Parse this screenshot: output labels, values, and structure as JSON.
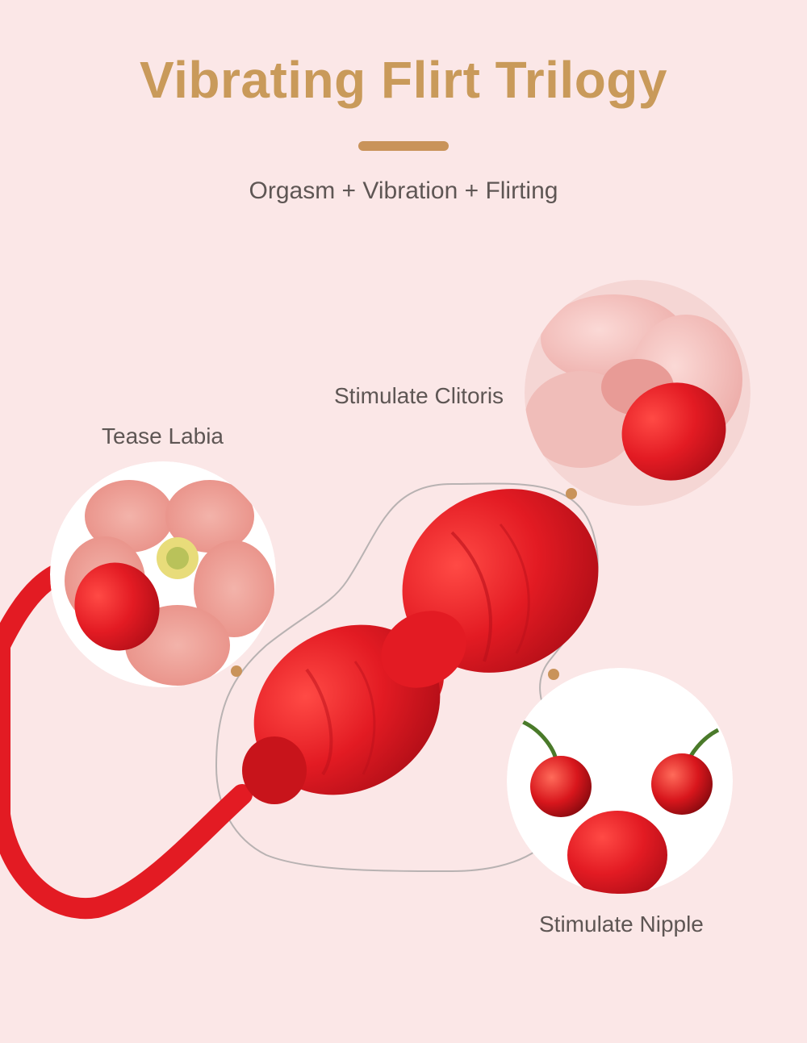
{
  "header": {
    "title": "Vibrating Flirt Trilogy",
    "subtitle": "Orgasm + Vibration + Flirting"
  },
  "callouts": [
    {
      "label": "Tease Labia",
      "illustration": "pink-flower"
    },
    {
      "label": "Stimulate Clitoris",
      "illustration": "rose-petals"
    },
    {
      "label": "Stimulate Nipple",
      "illustration": "cherries"
    }
  ],
  "colors": {
    "background": "#fbe7e7",
    "title": "#c99a5a",
    "accent_rule": "#c9935a",
    "text": "#5e5654",
    "product_red": "#e31b23",
    "dot": "#c9935a"
  }
}
